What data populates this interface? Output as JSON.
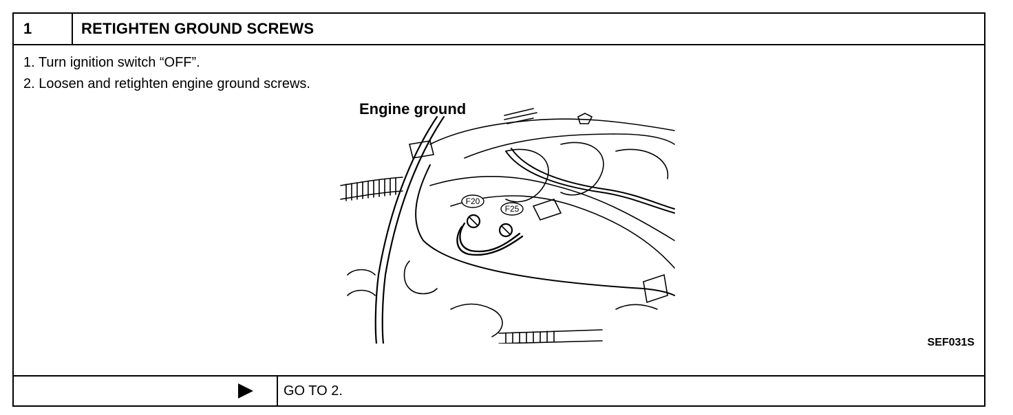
{
  "header": {
    "step_number": "1",
    "title": "RETIGHTEN GROUND SCREWS"
  },
  "steps": [
    "1.  Turn ignition switch “OFF”.",
    "2.  Loosen and retighten engine ground screws."
  ],
  "figure": {
    "label": "Engine ground",
    "callouts": [
      "F20",
      "F25"
    ],
    "code": "SEF031S"
  },
  "footer": {
    "arrow_icon": "play-triangle-icon",
    "action": "GO TO 2."
  }
}
